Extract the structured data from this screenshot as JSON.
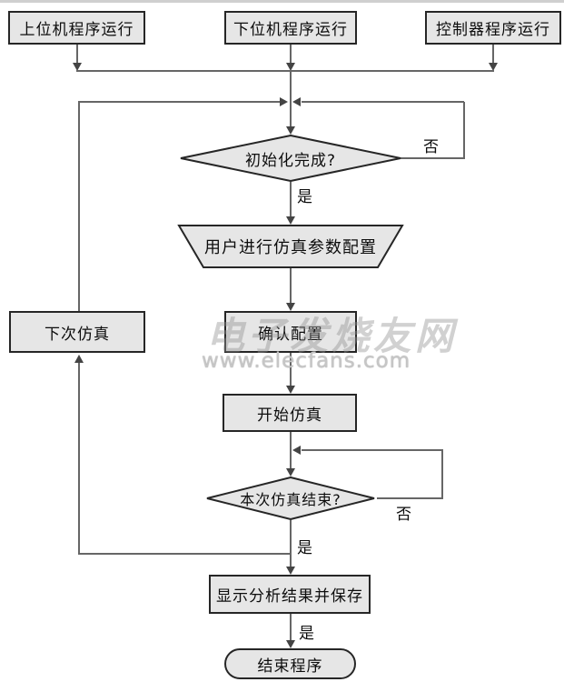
{
  "diagram": {
    "type": "flowchart",
    "language": "zh-CN",
    "nodes": {
      "host_program": "上位机程序运行",
      "lower_program": "下位机程序运行",
      "controller_program": "控制器程序运行",
      "init_check": "初始化完成?",
      "param_config": "用户进行仿真参数配置",
      "next_sim": "下次仿真",
      "confirm_config": "确认配置",
      "start_sim": "开始仿真",
      "sim_end_check": "本次仿真结束?",
      "show_save_results": "显示分析结果并保存",
      "end_program": "结束程序"
    },
    "labels": {
      "init_no": "否",
      "init_yes": "是",
      "sim_end_no": "否",
      "sim_end_yes": "是",
      "save_yes": "是"
    },
    "edges": [
      {
        "from": "host_program",
        "to": "init_check",
        "label": ""
      },
      {
        "from": "lower_program",
        "to": "init_check",
        "label": ""
      },
      {
        "from": "controller_program",
        "to": "init_check",
        "label": ""
      },
      {
        "from": "init_check",
        "to": "init_check",
        "label": "否",
        "note": "loop back above decision"
      },
      {
        "from": "init_check",
        "to": "param_config",
        "label": "是"
      },
      {
        "from": "param_config",
        "to": "confirm_config",
        "label": ""
      },
      {
        "from": "confirm_config",
        "to": "start_sim",
        "label": ""
      },
      {
        "from": "start_sim",
        "to": "sim_end_check",
        "label": ""
      },
      {
        "from": "sim_end_check",
        "to": "sim_end_check",
        "label": "否",
        "note": "loop back above decision"
      },
      {
        "from": "sim_end_check",
        "to": "show_save_results",
        "label": "是"
      },
      {
        "from": "sim_end_check",
        "to": "next_sim",
        "label": "是",
        "note": "left branch"
      },
      {
        "from": "next_sim",
        "to": "init_check",
        "label": "",
        "note": "returns to entry junction"
      },
      {
        "from": "show_save_results",
        "to": "end_program",
        "label": "是"
      }
    ],
    "colors": {
      "node_fill": "#e6e6e6",
      "node_border": "#262626",
      "connector": "#666666",
      "arrowhead": "#444444",
      "text": "#0d0d0d"
    }
  },
  "watermark": {
    "line1": "电子发烧友网",
    "line2": "www.elecfans.com"
  }
}
